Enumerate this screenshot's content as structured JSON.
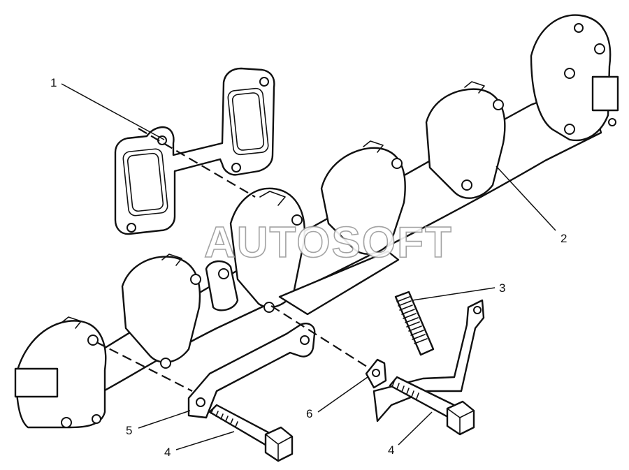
{
  "diagram": {
    "watermark": "AUTOSOFT",
    "callouts": [
      {
        "id": "1",
        "label": "1"
      },
      {
        "id": "2",
        "label": "2"
      },
      {
        "id": "3",
        "label": "3"
      },
      {
        "id": "4a",
        "label": "4"
      },
      {
        "id": "4b",
        "label": "4"
      },
      {
        "id": "5",
        "label": "5"
      },
      {
        "id": "6",
        "label": "6"
      }
    ],
    "colors": {
      "line": "#111111",
      "background": "#ffffff",
      "watermark_outline": "#9a9a9a"
    }
  }
}
